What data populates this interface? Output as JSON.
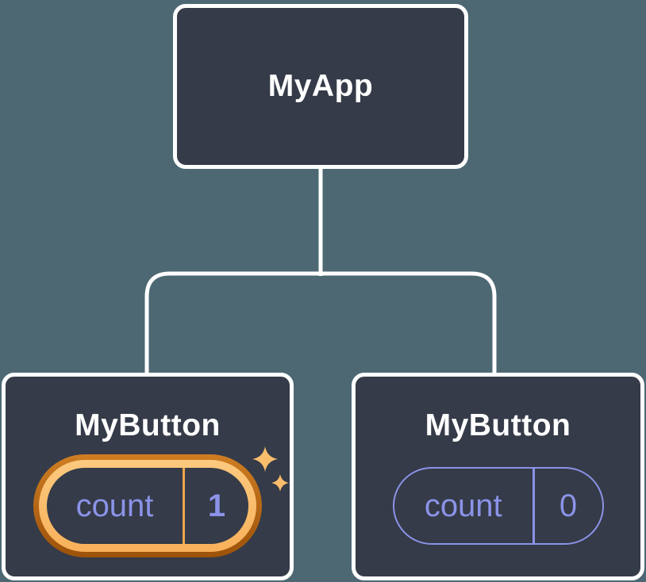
{
  "diagram": {
    "root": {
      "label": "MyApp"
    },
    "children": [
      {
        "label": "MyButton",
        "state": {
          "name": "count",
          "value": "1"
        },
        "highlighted": true
      },
      {
        "label": "MyButton",
        "state": {
          "name": "count",
          "value": "0"
        },
        "highlighted": false
      }
    ]
  },
  "icons": {
    "highlight": "sparkles-icon"
  },
  "theme": {
    "bg": "#4d6873",
    "node-fill": "#353b48",
    "node-border": "#ffffff",
    "text-primary": "#ffffff",
    "accent-purple": "#8b93e8",
    "gold": "#fbbc68",
    "gold-deep": "#cf7d22",
    "gold-shadow": "#9c520a",
    "divider-gold": "#f0a64c",
    "star-gold": "#f9bd6c"
  }
}
